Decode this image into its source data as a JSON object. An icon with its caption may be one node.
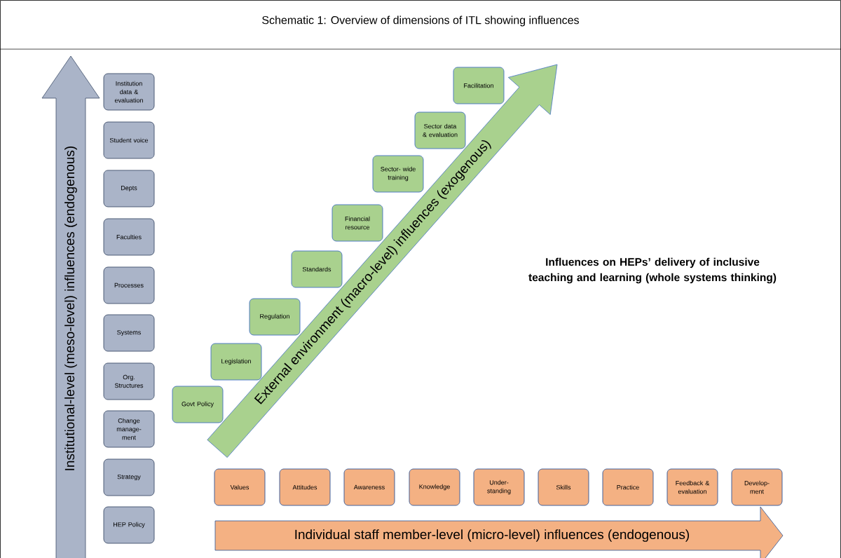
{
  "diagram": {
    "title": "Schematic 1:  Overview of dimensions of ITL showing influences",
    "nodes": [
      {
        "text": [
          "Institutional-level (meso-level) influences (endogenous)"
        ]
      },
      {
        "text": [
          "Institution data & evaluation"
        ]
      },
      {
        "text": [
          "Student voice"
        ]
      },
      {
        "text": [
          "Depts"
        ]
      },
      {
        "text": [
          "Faculties"
        ]
      },
      {
        "text": [
          "Processes"
        ]
      },
      {
        "text": [
          "Systems"
        ]
      },
      {
        "text": [
          "Org. Structures"
        ]
      },
      {
        "text": [
          "Change manage- ment"
        ]
      },
      {
        "text": [
          "Strategy"
        ]
      },
      {
        "text": [
          "HEP Policy"
        ]
      },
      {
        "text": [
          "External environment (macro-level) influences (exogenous)"
        ]
      },
      {
        "text": [
          "Govt Policy"
        ]
      },
      {
        "text": [
          "Legislation"
        ]
      },
      {
        "text": [
          "Regulation"
        ]
      },
      {
        "text": [
          "Standards"
        ]
      },
      {
        "text": [
          "Financial resource"
        ]
      },
      {
        "text": [
          "Sector- wide training"
        ]
      },
      {
        "text": [
          "Sector data & evaluation"
        ]
      },
      {
        "text": [
          "Facilitation"
        ]
      },
      {
        "text": [
          "Values"
        ]
      },
      {
        "text": [
          "Attitudes"
        ]
      },
      {
        "text": [
          "Awareness"
        ]
      },
      {
        "text": [
          "Knowledge"
        ]
      },
      {
        "text": [
          "Under- standing"
        ]
      },
      {
        "text": [
          "Skills"
        ]
      },
      {
        "text": [
          "Practice"
        ]
      },
      {
        "text": [
          "Feedback & evaluation"
        ]
      },
      {
        "text": [
          "Develop- ment"
        ]
      },
      {
        "text": [
          "Individual staff member-level (micro-level) influences (endogenous)"
        ]
      }
    ],
    "edges": [],
    "labels": [
      "Influences on HEPs’ delivery of inclusive teaching and learning (whole systems thinking)"
    ]
  }
}
